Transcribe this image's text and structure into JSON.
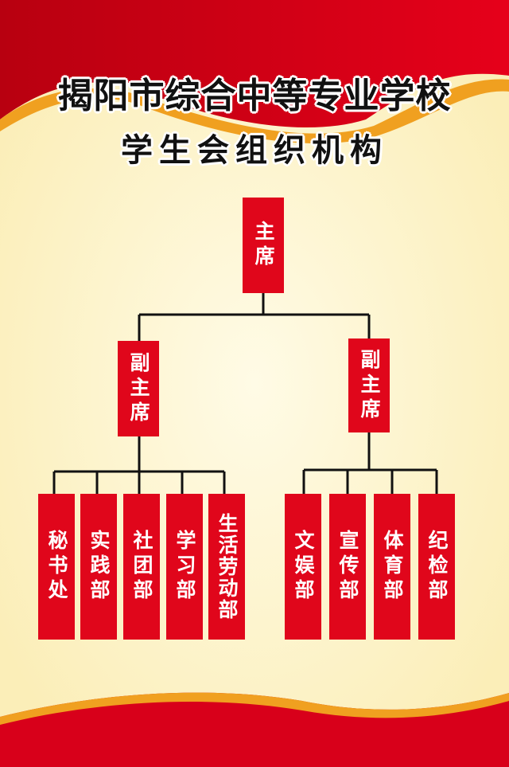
{
  "title": {
    "line1": "揭阳市综合中等专业学校",
    "line2": "学生会组织机构"
  },
  "colors": {
    "box": "#e0061b",
    "background": "#fdf3c8",
    "line": "#111111"
  },
  "chart": {
    "chairman": "主席",
    "vice_left": "副主席",
    "vice_right": "副主席",
    "left_departments": [
      "秘书处",
      "实践部",
      "社团部",
      "学习部",
      "生活劳动部"
    ],
    "right_departments": [
      "文娱部",
      "宣传部",
      "体育部",
      "纪检部"
    ]
  }
}
